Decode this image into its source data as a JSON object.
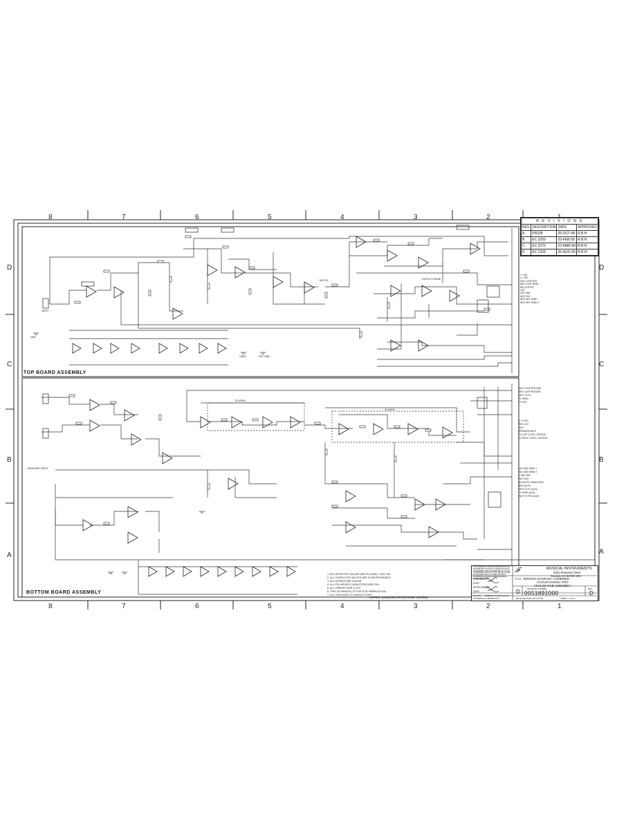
{
  "zones_top": [
    "8",
    "7",
    "6",
    "5",
    "4",
    "3",
    "2",
    "1"
  ],
  "zones_bottom": [
    "8",
    "7",
    "6",
    "5",
    "4",
    "3",
    "2",
    "1"
  ],
  "rows_left": [
    "D",
    "C",
    "B",
    "A"
  ],
  "rows_right": [
    "D",
    "C",
    "B",
    "A"
  ],
  "sections": {
    "top_board": "TOP BOARD ASSEMBLY",
    "bottom_board": "BOTTOM BOARD ASSEMBLY"
  },
  "revisions": {
    "title": "R E V I S I O N S",
    "headers": [
      "REV.",
      "DESCRIPTION",
      "DATE",
      "APPROVED"
    ],
    "rows": [
      [
        "A",
        "PR328",
        "26-OCT-98",
        "R.B.H."
      ],
      [
        "B",
        "EC 2250",
        "03-FEB-99",
        "R.B.H."
      ],
      [
        "C",
        "EC 2270",
        "10-MAR-99",
        "R.B.H."
      ],
      [
        "D",
        "EC 2328",
        "25-AUG-99",
        "R.B.H."
      ]
    ]
  },
  "title_block": {
    "company": "MUSICAL INSTRUMENTS",
    "address1": "2831 Research Drive",
    "address2": "Corona, CA 91720 USA",
    "title_label": "TITLE:",
    "title_line1": "SERVICE DIAGRAM, COMBINED",
    "title_line2": "ACOUSTASONIC PRO",
    "title_line3": "ANALOG PCB ASSEMBLY",
    "drawing_number_label": "DRAWING NUMBER",
    "size": "D",
    "drawing_number": "0051891000",
    "rev_label": "REV.",
    "rev": "D",
    "drawn_label": "DRAWN:",
    "drawn": "KIMBERLY DAWN EVANS",
    "database_label": "DATABASE FILE:",
    "database": "32880.DSN",
    "release_label": "RELEASE DATE:",
    "release_date": "28-OCT-98",
    "sheet_label": "SHEET",
    "sheet": "2 OF 2",
    "checked_label": "CHECKED BY:",
    "approved_label": "APPROVED BY:",
    "date_label": "DATE:",
    "proprietary": "THIS DRAWING CONTAINS INFORMATION OF A PROPRIETARY NATURE TO FENDER MUSICAL INSTRUMENTS AND IS SUBMITTED TO YOU IN CONFIDENCE AND SHALL NOT BE DISCLOSED OR TRANSMITTED TO OTHERS WITHOUT AUTHORIZATION FROM FENDER MUSICAL INSTRUMENTS."
  },
  "notes": {
    "heading": "NOTES:",
    "subheading": "(UNLESS OTHERWISE NOTED)",
    "items": [
      "1. ALL RESISTOR VALUES ARE IN OHMS, 1/4W, 5%.",
      "2. ALL CAPACITOR VALUES ARE IN MICROFARADS.",
      "3. ALL DIODES ARE 1N4148.",
      "4. ALL POLARIZED CAPACITORS ARE 25V.",
      "5. ALL OPAMPS ARE TL072.",
      "6. THIS SCHEMATIC IS FOR PCB FABRICATION.",
      "7. ALL GROUNDS TO SINGLE POINT."
    ]
  },
  "connectors_top": [
    "+/- 15V",
    "0 / -15V",
    "INST LOOP RTN",
    "INST LOOP SEND",
    "MIC OUTPUT",
    "OUT",
    "OUT GND",
    "INST OUT",
    "INST DRY SEND",
    "INST DRY SEND 2"
  ],
  "connectors_bottom": [
    "INST LOOP RTN GND",
    "INST LOOP RETURN",
    "INST TO FX",
    "FX SEND",
    "FX RTN",
    "1 / 4 VDC",
    "REC OUT",
    "INST",
    "SPEAKER MUTE",
    "FX LEFT LEVEL CONTROL",
    "FX RIGHT LEVEL CONTROL"
  ],
  "bottom_connectors_2": [
    "MIC GND SEND 1",
    "MIC GND SEND 2",
    "+ INST DRY",
    "INST DRY",
    "ACOUSTIC SIMULATOR",
    "INST (AUX)",
    "INST TO FX (AUX)",
    "+V SPKR (AUX)",
    "INST FX RTN (AUX)"
  ],
  "labels": {
    "gnd": "GND",
    "gnd2": "GND2",
    "pot_gnd": "POT GND",
    "input": "INPUT",
    "auxiliary": "AUXILIARY INPUT",
    "output_phase": "OUTPUT PHASE",
    "notch_sw": "NOTCH",
    "r_group1": "33-40004",
    "r_group2": "33-40042"
  }
}
